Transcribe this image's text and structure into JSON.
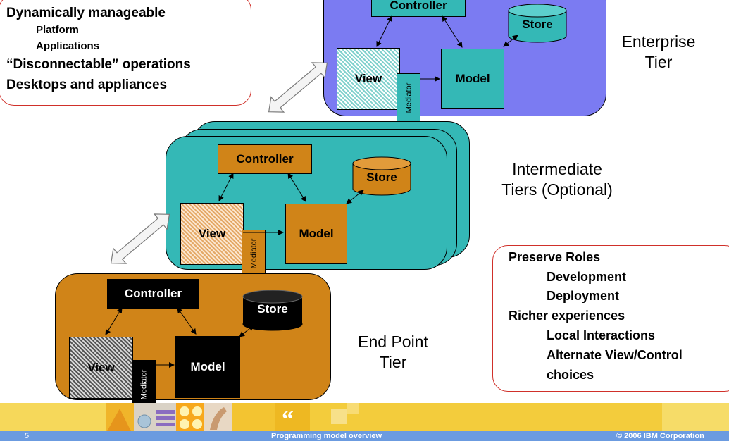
{
  "callout_top": {
    "lines": [
      "Dynamically manageable",
      "Platform",
      "Applications",
      "“Disconnectable” operations",
      "Desktops and appliances"
    ]
  },
  "callout_bottom": {
    "lines": [
      "Preserve Roles",
      "Development",
      "Deployment",
      "Richer experiences",
      "Local Interactions",
      "Alternate View/Control",
      "choices"
    ]
  },
  "tiers": {
    "enterprise": {
      "label_1": "Enterprise",
      "label_2": "Tier",
      "controller": "Controller",
      "store": "Store",
      "view": "View",
      "model": "Model",
      "mediator": "Mediator"
    },
    "intermediate": {
      "label_1": "Intermediate",
      "label_2": "Tiers (Optional)",
      "controller": "Controller",
      "store": "Store",
      "view": "View",
      "model": "Model",
      "mediator": "Mediator"
    },
    "endpoint": {
      "label_1": "End Point",
      "label_2": "Tier",
      "controller": "Controller",
      "store": "Store",
      "view": "View",
      "model": "Model",
      "mediator": "Mediator"
    }
  },
  "footer": {
    "page_number": "5",
    "title": "Programming model overview",
    "copyright": "© 2006 IBM Corporation"
  },
  "colors": {
    "enterprise_bg": "#7b7bf2",
    "teal": "#34b8b6",
    "orange": "#d08418",
    "black": "#000000",
    "callout_border": "#d0302a",
    "footer_bar": "#6b9be0",
    "footer_strip": "#f3cc3c"
  }
}
